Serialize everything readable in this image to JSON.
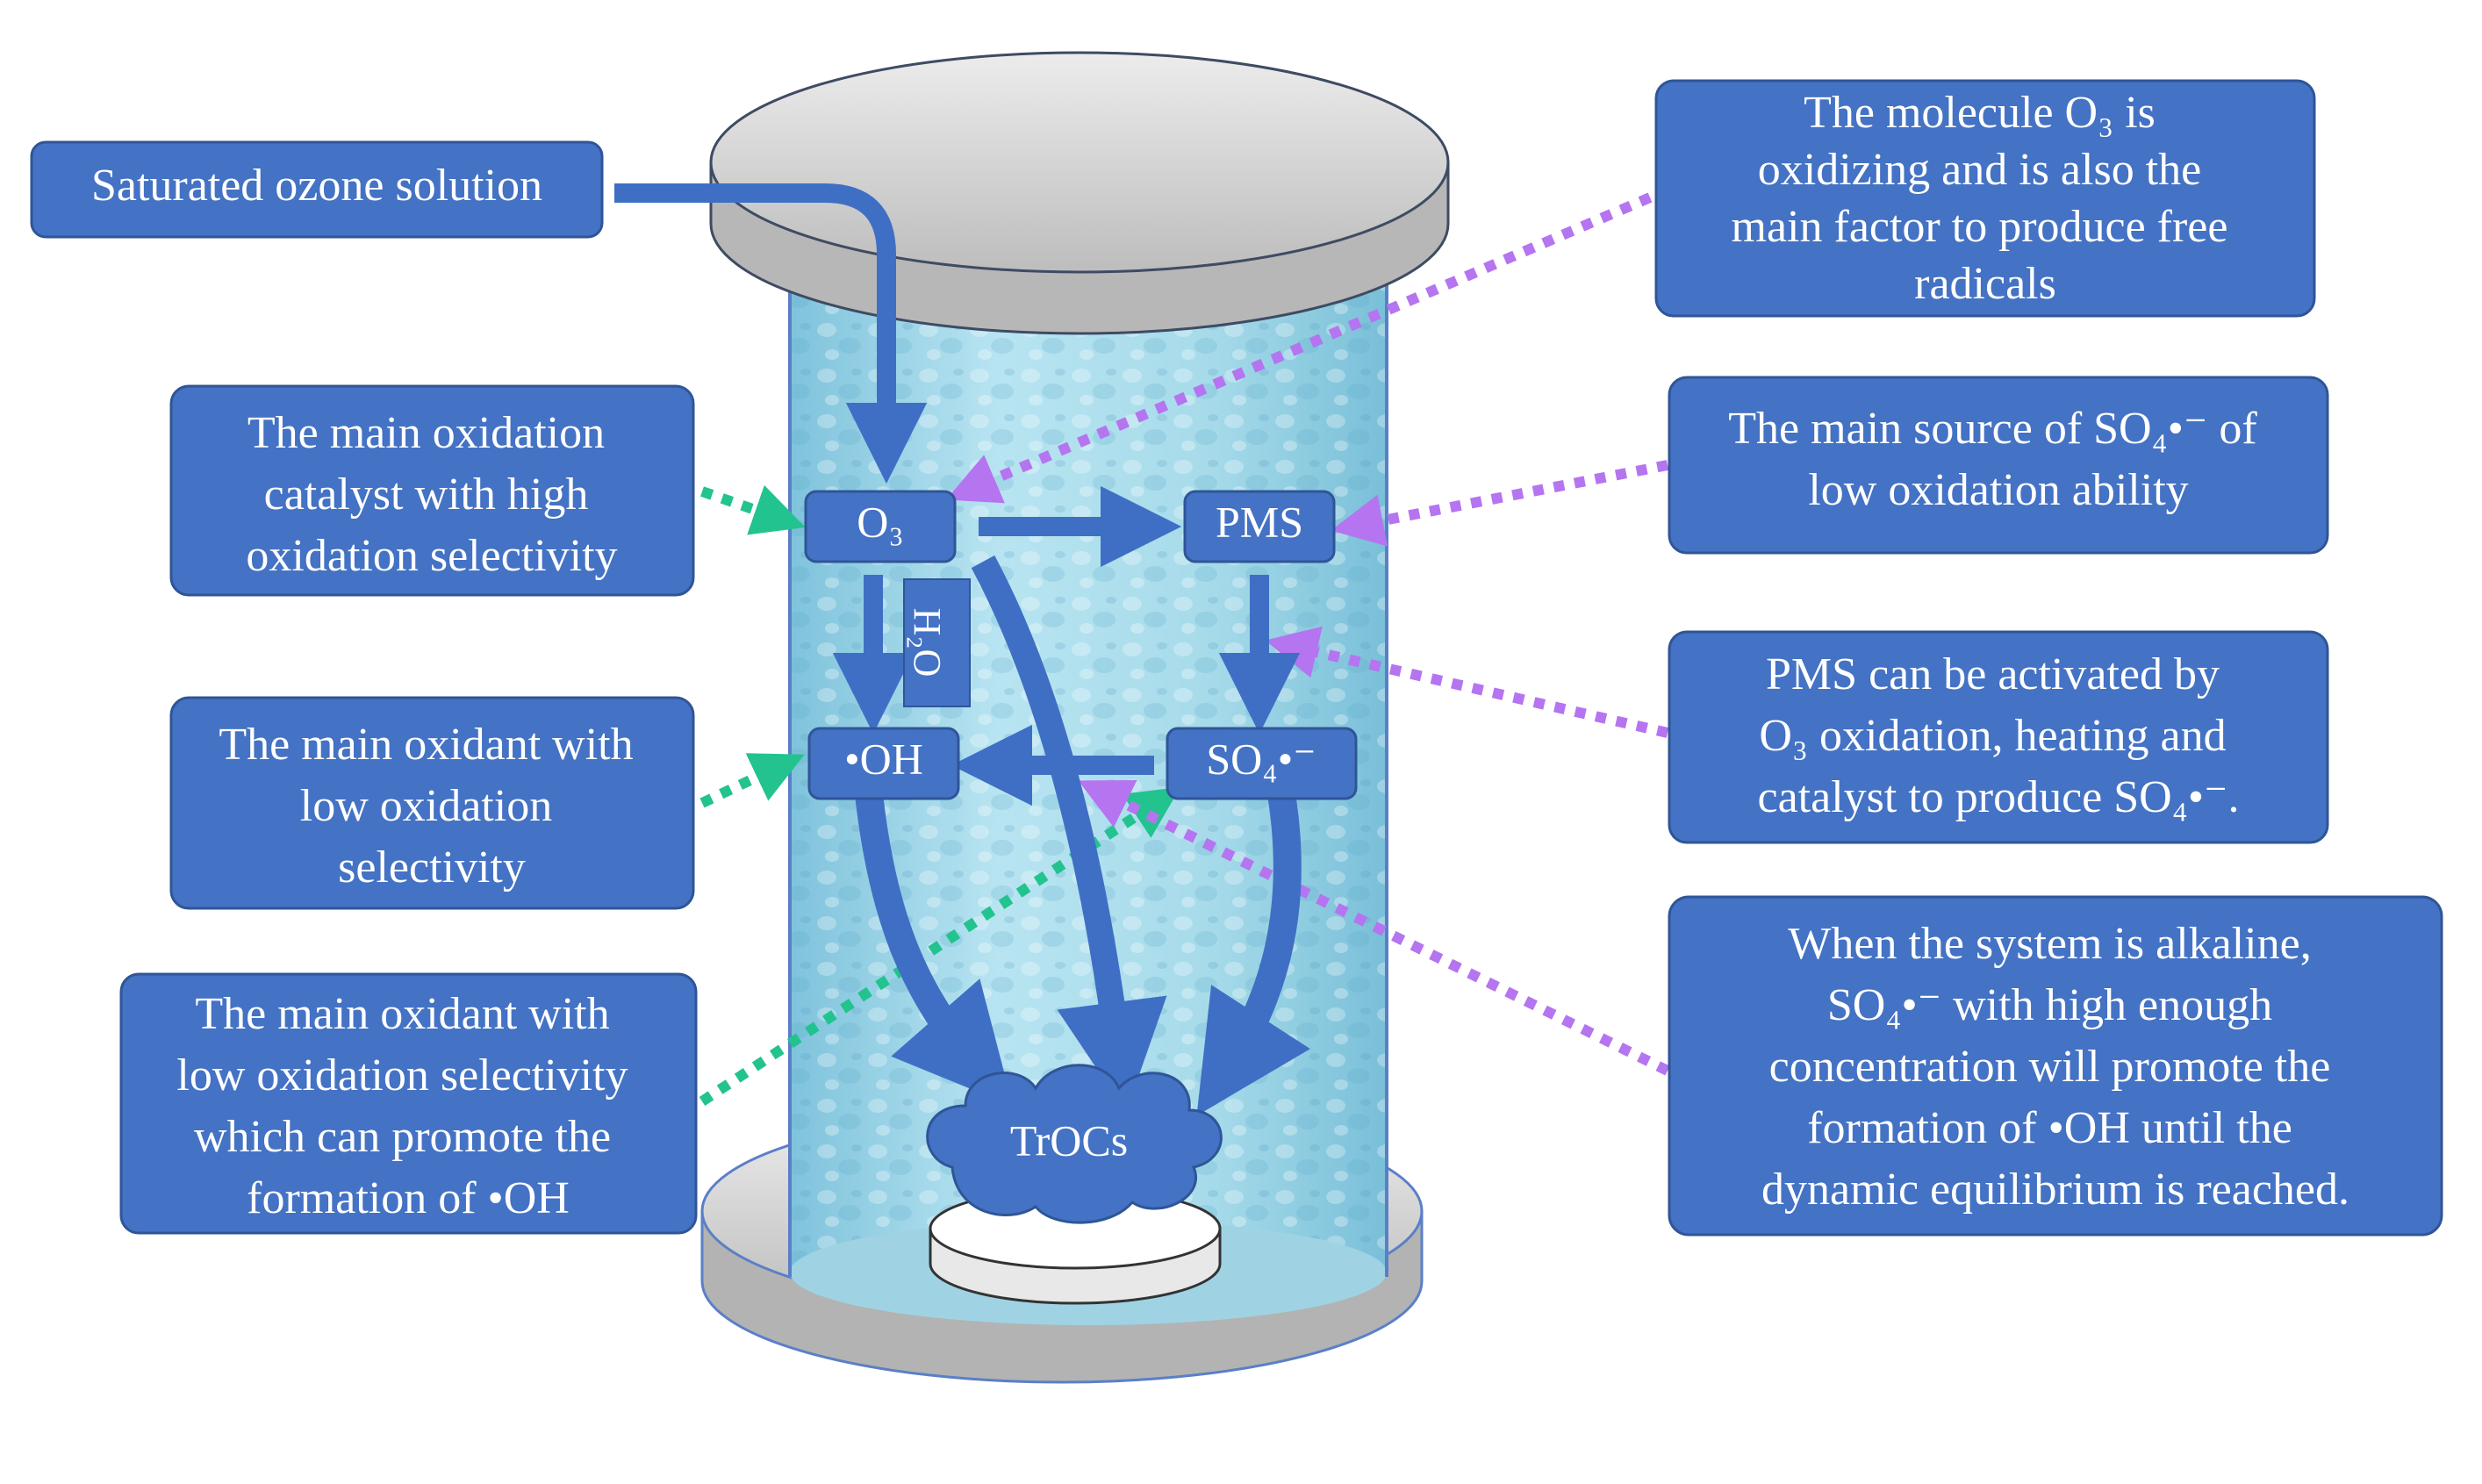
{
  "inlet": {
    "label": "Saturated ozone solution"
  },
  "species": {
    "o3": "O₃",
    "pms": "PMS",
    "oh": "•OH",
    "so4": "SO₄•⁻",
    "h2o": "H₂O",
    "trocs": "TrOCs"
  },
  "notes": {
    "left_catalyst": [
      "The main oxidation",
      "catalyst with high",
      "oxidation selectivity"
    ],
    "left_oh": [
      "The main oxidant with",
      "low oxidation",
      "selectivity"
    ],
    "left_so4": [
      "The main oxidant with",
      "low oxidation selectivity",
      "which can promote the",
      "formation of •OH"
    ],
    "right_o3": [
      "The molecule O₃ is",
      "oxidizing and is also the",
      "main factor to produce free",
      "radicals"
    ],
    "right_pms": [
      "The main source of SO₄•⁻ of",
      "low oxidation ability"
    ],
    "right_activation": [
      "PMS can be activated by",
      "O₃ oxidation, heating and",
      "catalyst to produce SO₄•⁻."
    ],
    "right_alkaline": [
      "When the system is alkaline,",
      "SO₄•⁻ with high enough",
      "concentration will promote the",
      "formation of •OH until the",
      "dynamic equilibrium is reached."
    ]
  },
  "colors": {
    "box_fill": "#4472c4",
    "box_stroke": "#2f5597",
    "arrow": "#3f6fc4",
    "link_green": "#22c38e",
    "link_purple": "#b574f0",
    "water": "#a5d9ea",
    "disc": "#c9c9c9"
  }
}
